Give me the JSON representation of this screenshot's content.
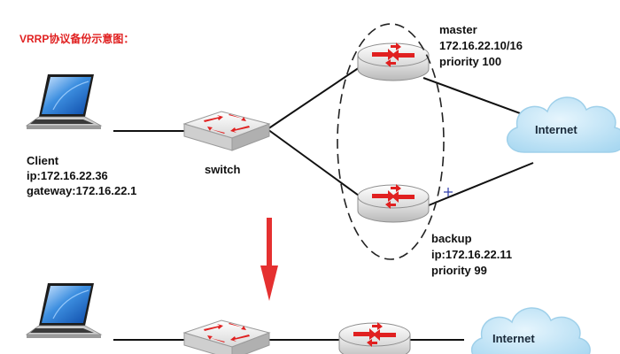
{
  "title": "VRRP协议备份示意图：",
  "client": {
    "name": "Client",
    "ip": "ip:172.16.22.36",
    "gateway": "gateway:172.16.22.1"
  },
  "switch": {
    "label": "switch"
  },
  "master": {
    "name": "master",
    "ip": "172.16.22.10/16",
    "priority": "priority 100"
  },
  "backup": {
    "name": "backup",
    "ip": "ip:172.16.22.11",
    "priority": "priority 99"
  },
  "internet_top": {
    "label": "Internet"
  },
  "internet_bottom": {
    "label": "Internet"
  },
  "colors": {
    "router_arrow": "#e02020",
    "title": "#e02020",
    "cloud": "#b9e1f5",
    "down_arrow": "#e53030"
  }
}
